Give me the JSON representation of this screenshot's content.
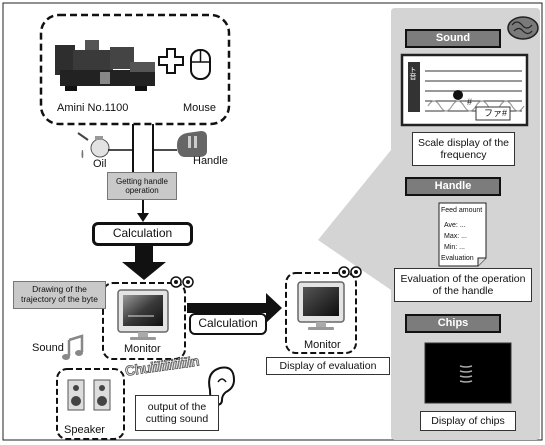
{
  "machine": {
    "name": "Amini No.1100",
    "mouse": "Mouse"
  },
  "inputs": {
    "oil": "Oil",
    "handle": "Handle"
  },
  "getting_handle": "Getting handle operation",
  "calc1": "Calculation",
  "calc2": "Calculation",
  "drawing": "Drawing of the trajectory of the byte",
  "monitor1": "Monitor",
  "monitor2": "Monitor",
  "display_eval": "Display of evaluation",
  "sound": {
    "label": "Sound",
    "speaker": "Speaker",
    "onomatopoeia": "Chuiiiiiiiiiiiin",
    "output": "output of the cutting sound"
  },
  "panel": {
    "sound_header": "Sound",
    "scale_caption": "Scale display of the frequency",
    "scale_note": "ファ#",
    "scale_sharp": "#",
    "scale_vertical": "ト音",
    "handle_header": "Handle",
    "doc_lines": [
      "Feed amount",
      "Ave: ...",
      "Max: ...",
      "Min: ...",
      "Evaluation"
    ],
    "eval_caption": "Evaluation of the operation of the handle",
    "chips_header": "Chips",
    "chips_caption": "Display of chips"
  },
  "colors": {
    "panel": "#d4d4d4",
    "header": "#7c7c7c",
    "arrow": "#111111"
  }
}
